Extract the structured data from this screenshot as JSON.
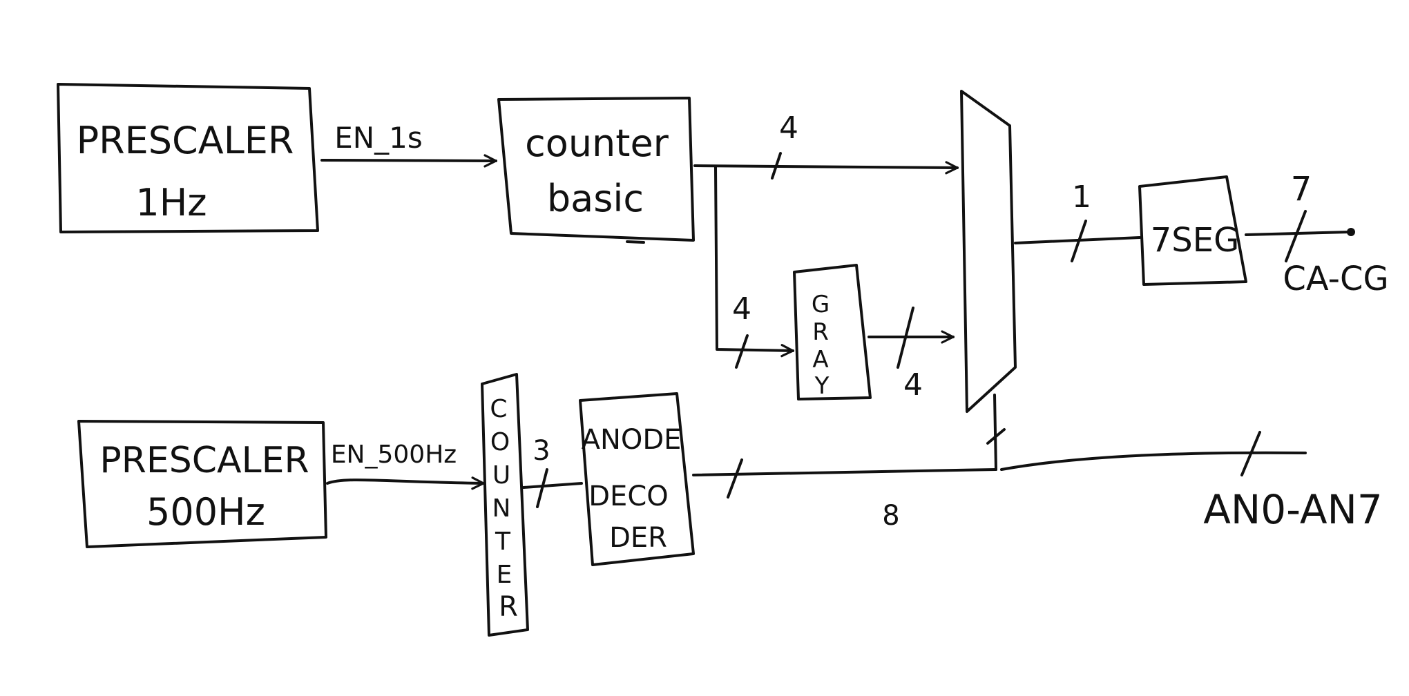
{
  "blocks": {
    "prescaler_1hz": {
      "line1": "PRESCALER",
      "line2": "1Hz"
    },
    "counter_basic": {
      "line1": "counter",
      "line2": "basic"
    },
    "gray": {
      "letters": [
        "G",
        "R",
        "A",
        "Y"
      ]
    },
    "seg7": {
      "label": "7SEG"
    },
    "prescaler_500hz": {
      "line1": "PRESCALER",
      "line2": "500Hz"
    },
    "counter_vertical": {
      "letters": [
        "C",
        "O",
        "U",
        "N",
        "T",
        "E",
        "R"
      ]
    },
    "anode_decoder": {
      "line1": "ANODE",
      "line2": "DECO",
      "line3": "DER"
    }
  },
  "signals": {
    "en_1s": "EN_1s",
    "en_500hz": "EN_500Hz",
    "width_counter_to_mux": "4",
    "width_counter_to_gray": "4",
    "width_gray_to_mux": "4",
    "width_mux_to_7seg": "1",
    "width_7seg_out": "7",
    "width_counter_to_decoder": "3",
    "width_decoder_out": "8",
    "cathodes": "CA-CG",
    "anodes": "AN0-AN7"
  }
}
